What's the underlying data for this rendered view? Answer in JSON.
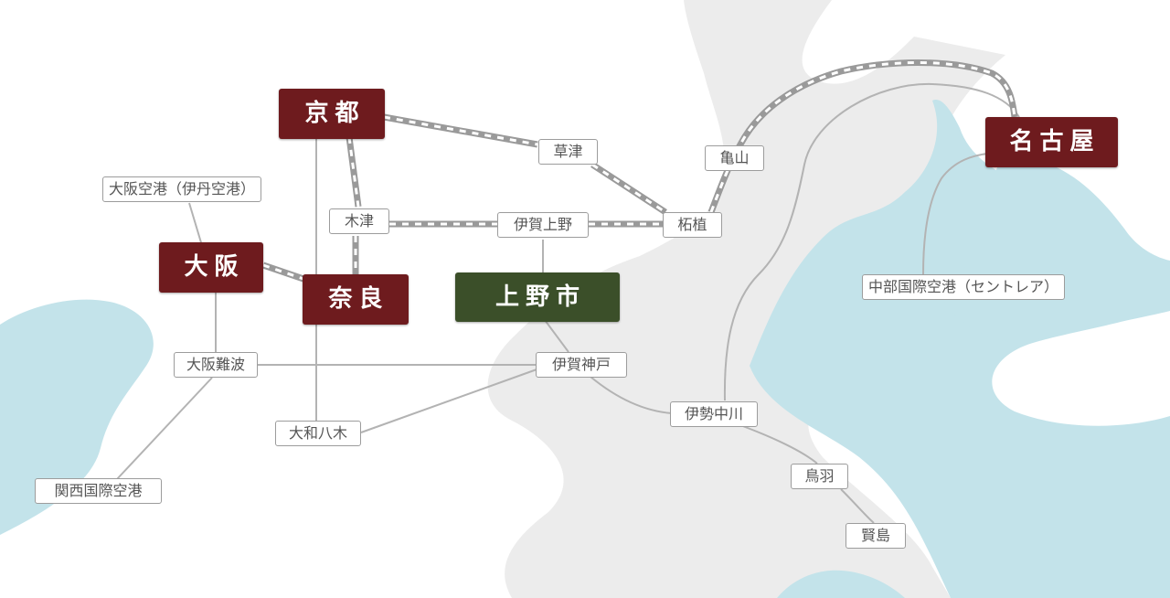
{
  "colors": {
    "sea": "#c3e3ea",
    "land": "#ececec",
    "line": "#b3b3b3",
    "rail": "#9a9a9a",
    "city": "#6e1b1e",
    "city_highlight": "#3b4f29"
  },
  "cities": {
    "kyoto": "京都",
    "osaka": "大阪",
    "nara": "奈良",
    "ueno": "上野市",
    "nagoya": "名古屋"
  },
  "stations": {
    "itami_airport": "大阪空港（伊丹空港）",
    "kusatsu": "草津",
    "kameyama": "亀山",
    "kizu": "木津",
    "iga_ueno": "伊賀上野",
    "tsuge": "柘植",
    "chubu_airport": "中部国際空港（セントレア）",
    "osaka_namba": "大阪難波",
    "iga_kambe": "伊賀神戸",
    "ise_nakagawa": "伊勢中川",
    "yamato_yagi": "大和八木",
    "kansai_airport": "関西国際空港",
    "toba": "鳥羽",
    "kashikojima": "賢島"
  }
}
